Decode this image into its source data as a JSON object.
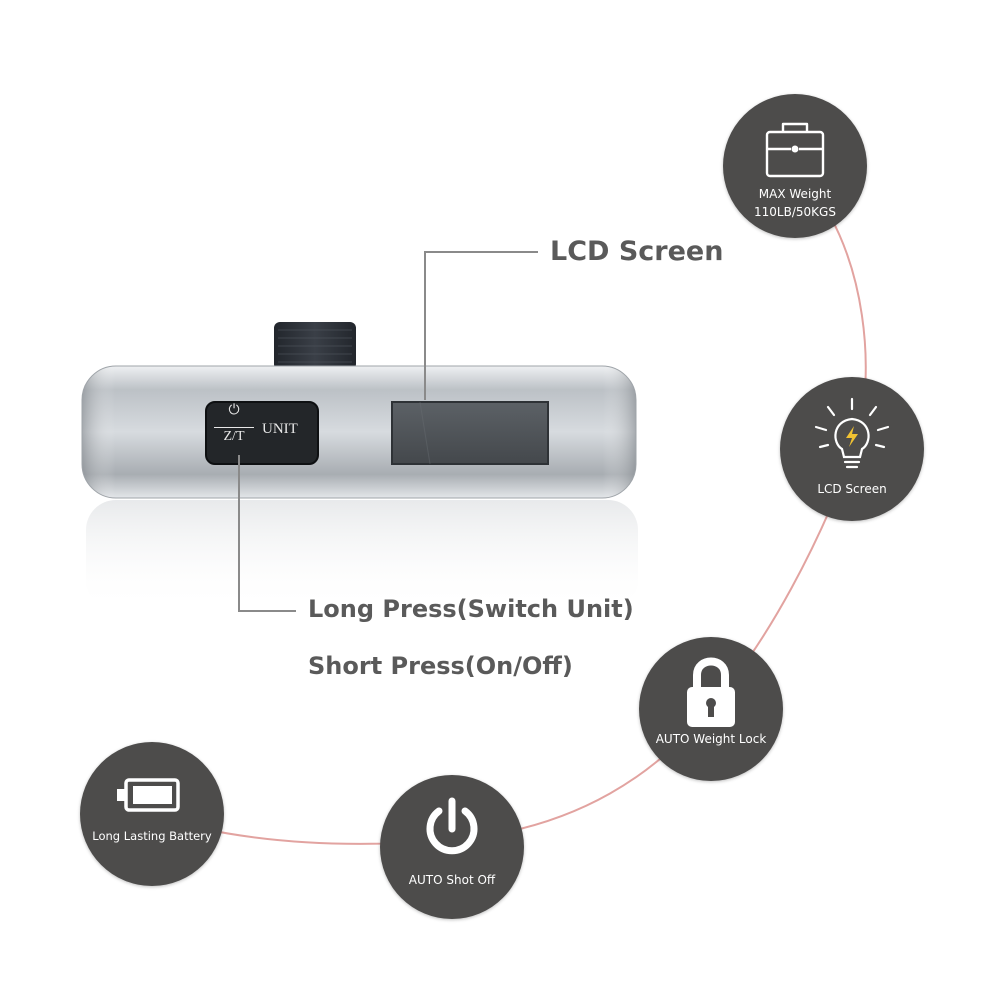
{
  "callouts": {
    "lcd_screen": "LCD Screen",
    "long_press": "Long Press(Switch Unit)",
    "short_press": "Short Press(On/Off)"
  },
  "device": {
    "button_symbol": "⏻",
    "button_zt": "Z/T",
    "button_unit": "UNIT"
  },
  "features": [
    {
      "label_line1": "MAX Weight",
      "label_line2": "110LB/50KGS",
      "icon": "suitcase-icon"
    },
    {
      "label_line1": "LCD Screen",
      "icon": "lightbulb-icon"
    },
    {
      "label_line1": "AUTO Weight Lock",
      "icon": "padlock-icon"
    },
    {
      "label_line1": "AUTO Shot Off",
      "icon": "power-icon"
    },
    {
      "label_line1": "Long Lasting Battery",
      "icon": "battery-icon"
    }
  ],
  "colors": {
    "circle_fill": "#4d4c4b",
    "connector_line": "#e2a3a0",
    "callout_text": "#5a5a5a",
    "leader_line": "#8a8a8a"
  }
}
